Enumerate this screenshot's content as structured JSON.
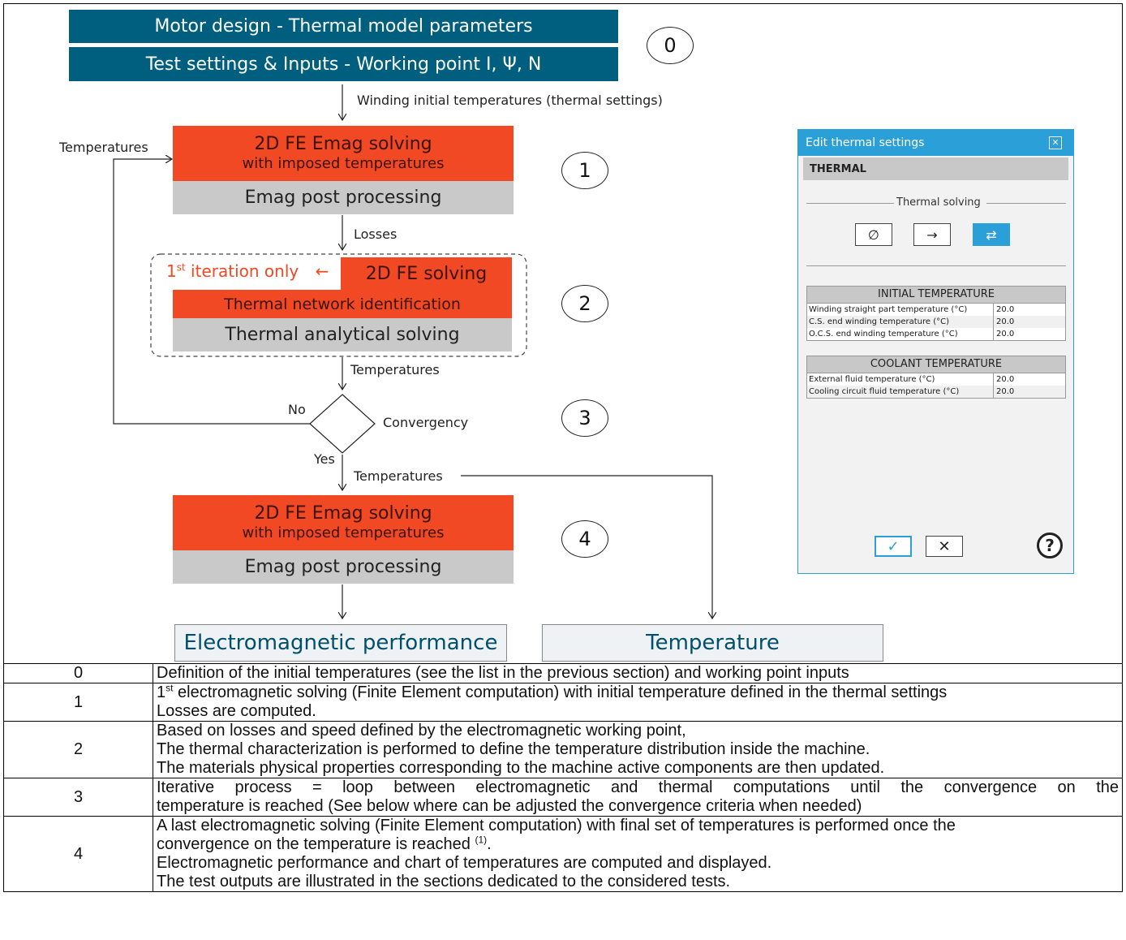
{
  "diagram": {
    "header_boxes": [
      "Motor design - Thermal model parameters",
      "Test settings & Inputs - Working point I, Ψ, N"
    ],
    "edge_labels": {
      "initial": "Winding initial temperatures (thermal settings)",
      "losses": "Losses",
      "temperatures_after_thermal": "Temperatures",
      "loop_back": "Temperatures",
      "no": "No",
      "yes": "Yes",
      "convergency": "Convergency",
      "temperatures_after_yes": "Temperatures"
    },
    "step1": {
      "title": "2D FE Emag solving",
      "subtitle": "with imposed temperatures",
      "post": "Emag post processing"
    },
    "step2": {
      "first_iteration_prefix": "1",
      "first_iteration_sup": "st",
      "first_iteration_suffix": " iteration only",
      "arrow": "←",
      "fe_solving": "2D FE solving",
      "identification": "Thermal network identification",
      "analytical": "Thermal analytical solving"
    },
    "step4": {
      "title": "2D FE Emag solving",
      "subtitle": "with imposed temperatures",
      "post": "Emag post processing"
    },
    "step_numbers": [
      "0",
      "1",
      "2",
      "3",
      "4"
    ],
    "outputs": {
      "emag": "Electromagnetic performance",
      "temperature": "Temperature"
    }
  },
  "dialog": {
    "title": "Edit thermal settings",
    "close_icon": "close-icon",
    "section": "THERMAL",
    "solving_legend": "Thermal solving",
    "modes": [
      {
        "icon": "empty-set-icon",
        "glyph": "∅",
        "active": false
      },
      {
        "icon": "arrow-right-icon",
        "glyph": "→",
        "active": false
      },
      {
        "icon": "arrows-exchange-icon",
        "glyph": "⇄",
        "active": true
      }
    ],
    "initial_temperature": {
      "header": "INITIAL TEMPERATURE",
      "rows": [
        {
          "label": "Winding straight part temperature (°C)",
          "value": "20.0"
        },
        {
          "label": "C.S. end winding temperature (°C)",
          "value": "20.0"
        },
        {
          "label": "O.C.S. end winding temperature (°C)",
          "value": "20.0"
        }
      ]
    },
    "coolant_temperature": {
      "header": "COOLANT TEMPERATURE",
      "rows": [
        {
          "label": "External fluid temperature (°C)",
          "value": "20.0"
        },
        {
          "label": "Cooling circuit fluid temperature (°C)",
          "value": "20.0"
        }
      ]
    },
    "ok_glyph": "✓",
    "cancel_glyph": "✕",
    "help_glyph": "?",
    "accent_color": "#2a9fd8"
  },
  "table": {
    "rows": [
      {
        "num": "0",
        "lines": [
          "Definition of the initial temperatures (see the list in the previous section) and working point inputs"
        ]
      },
      {
        "num": "1",
        "line1_prefix": "1",
        "line1_sup": "st",
        "line1_rest": " electromagnetic solving (Finite Element computation) with initial temperature defined in the thermal settings",
        "lines": [
          "Losses are computed."
        ]
      },
      {
        "num": "2",
        "lines": [
          "Based on losses and speed defined by the electromagnetic working point,",
          "The thermal characterization is performed to define the temperature distribution inside the machine.",
          "The materials physical properties corresponding to the machine active components are then updated."
        ]
      },
      {
        "num": "3",
        "lines": [
          "Iterative process = loop between electromagnetic and thermal computations until the convergence on the",
          "temperature is reached (See below where can be adjusted the convergence criteria when needed)"
        ]
      },
      {
        "num": "4",
        "line1": "A last electromagnetic solving (Finite Element computation) with final set of temperatures is performed once the",
        "line2_text": "convergence on the temperature is reached ",
        "line2_sup": "(1)",
        "line2_end": ".",
        "lines": [
          "Electromagnetic performance and chart of temperatures are computed and displayed.",
          "The test outputs are illustrated in the sections dedicated to the considered tests."
        ]
      }
    ]
  },
  "colors": {
    "teal": "#005f7f",
    "orange_red": "#f04923",
    "grey": "#c9c9c9",
    "output_text": "#004f6d"
  }
}
